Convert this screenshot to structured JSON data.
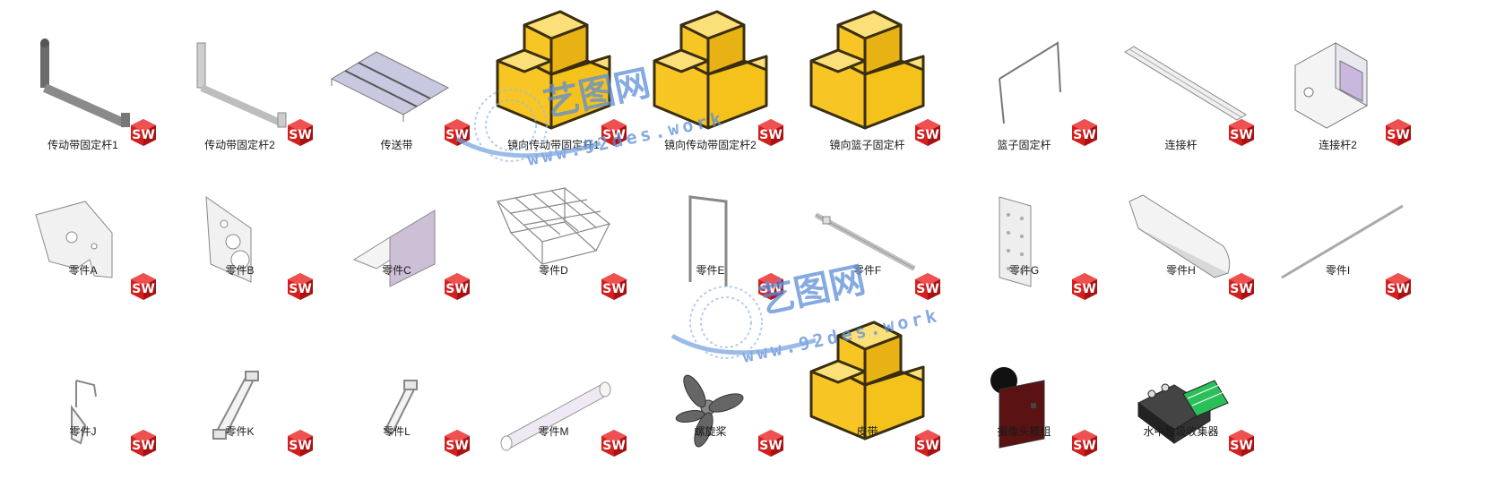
{
  "files": [
    {
      "name": "传动带固定杆1",
      "icon": "rod-l-icon"
    },
    {
      "name": "传动带固定杆2",
      "icon": "rod-l-light-icon"
    },
    {
      "name": "传送带",
      "icon": "conveyor-belt-icon"
    },
    {
      "name": "镜向传动带固定杆1",
      "icon": "placeholder-part-icon"
    },
    {
      "name": "镜向传动带固定杆2",
      "icon": "placeholder-part-icon"
    },
    {
      "name": "镜向篮子固定杆",
      "icon": "placeholder-part-icon"
    },
    {
      "name": "篮子固定杆",
      "icon": "bent-wire-icon"
    },
    {
      "name": "连接杆",
      "icon": "long-bar-icon"
    },
    {
      "name": "连接杆2",
      "icon": "square-tube-icon"
    },
    {
      "name": "零件A",
      "icon": "plate-a-icon"
    },
    {
      "name": "零件B",
      "icon": "plate-b-icon"
    },
    {
      "name": "零件C",
      "icon": "bracket-c-icon"
    },
    {
      "name": "零件D",
      "icon": "wire-basket-icon"
    },
    {
      "name": "零件E",
      "icon": "u-frame-icon"
    },
    {
      "name": "零件F",
      "icon": "thin-rod-icon"
    },
    {
      "name": "零件G",
      "icon": "perforated-plate-icon"
    },
    {
      "name": "零件H",
      "icon": "hull-icon"
    },
    {
      "name": "零件I",
      "icon": "diagonal-rod-icon"
    },
    {
      "name": "零件J",
      "icon": "hook-icon"
    },
    {
      "name": "零件K",
      "icon": "angled-link-icon"
    },
    {
      "name": "零件L",
      "icon": "small-link-icon"
    },
    {
      "name": "零件M",
      "icon": "cylinder-icon"
    },
    {
      "name": "螺旋桨",
      "icon": "propeller-icon"
    },
    {
      "name": "皮带",
      "icon": "placeholder-part-icon"
    },
    {
      "name": "摄像头模组",
      "icon": "camera-module-icon"
    },
    {
      "name": "水中垃圾收集器",
      "icon": "garbage-collector-icon"
    }
  ],
  "badge_text": "SW",
  "watermark": {
    "brand": "艺图网",
    "url": "www.92des.work"
  },
  "colors": {
    "badge_red": "#d41f1f",
    "placeholder_yellow": "#f7c625",
    "watermark_blue": "#5b8ed8"
  }
}
